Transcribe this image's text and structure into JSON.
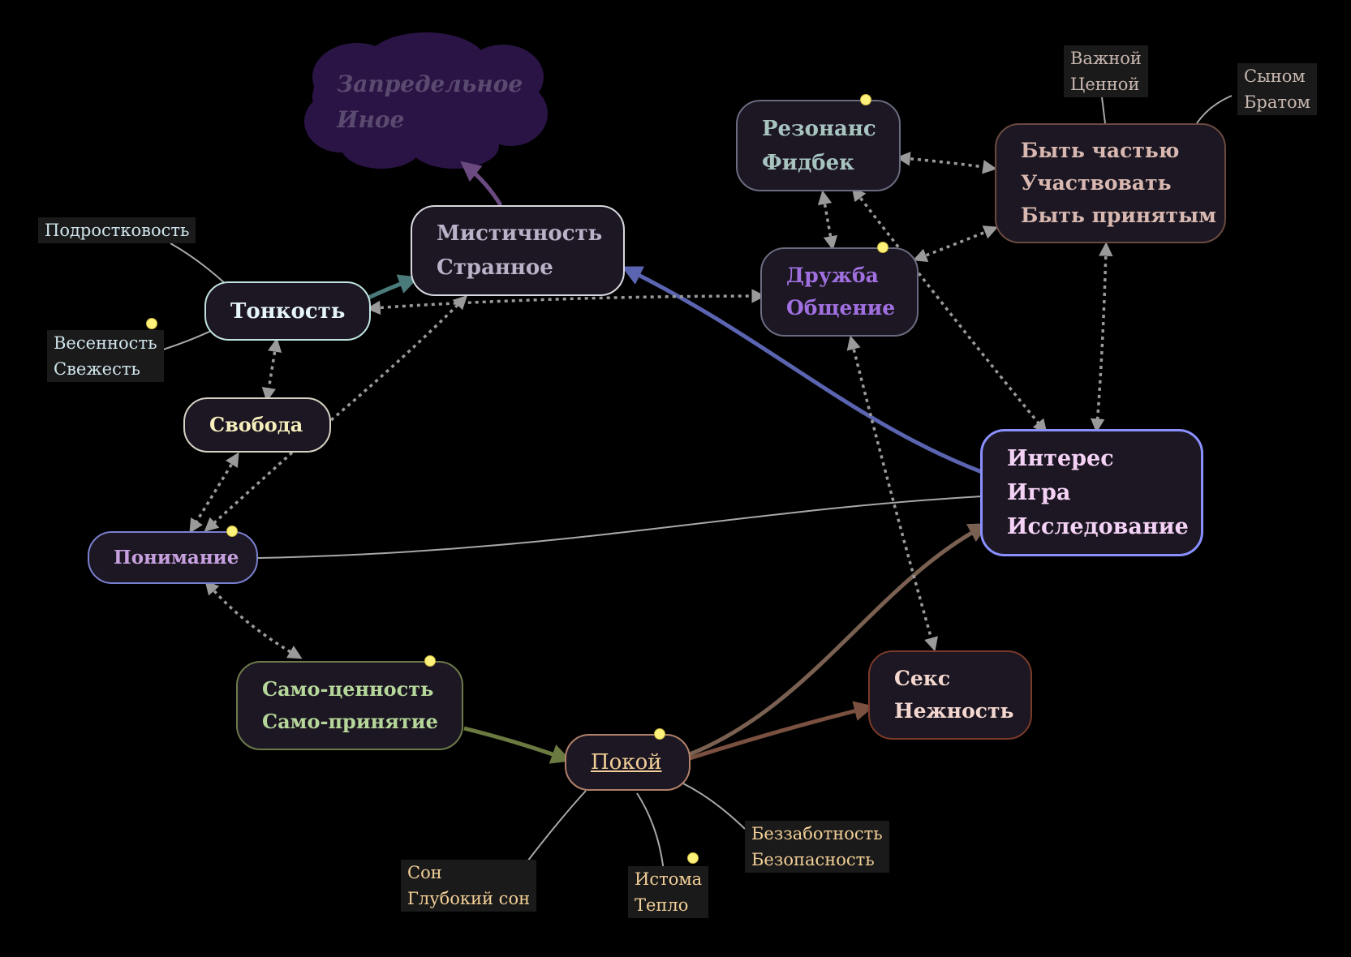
{
  "nodes": {
    "zapredelnoe": {
      "lines": [
        "Запредельное",
        "Иное"
      ],
      "color": "#5a4a70"
    },
    "mistichnost": {
      "lines": [
        "Мистичность",
        "Странное"
      ],
      "color": "#b9b2c9",
      "border": "#d8d8e0"
    },
    "tonkost": {
      "lines": [
        "Тонкость"
      ],
      "color": "#e6f5f7",
      "border": "#bfe3e0"
    },
    "svoboda": {
      "lines": [
        "Свобода"
      ],
      "color": "#f6eebd",
      "border": "#d6d2c4"
    },
    "ponimanie": {
      "lines": [
        "Понимание"
      ],
      "color": "#c7a0e0",
      "border": "#7a80d0"
    },
    "samocennost": {
      "lines": [
        "Само-ценность",
        "Само-принятие"
      ],
      "color": "#b6d79a",
      "border": "#6b7a4a"
    },
    "pokoy": {
      "lines": [
        "Покой"
      ],
      "color": "#f3cf98",
      "border": "#b0806a"
    },
    "seks": {
      "lines": [
        "Секс",
        "Нежность"
      ],
      "color": "#f4d8d0",
      "border": "#7a3a2a"
    },
    "interes": {
      "lines": [
        "Интерес",
        "Игра",
        "Исследование"
      ],
      "color": "#f4d2f6",
      "border": "#8a90ff"
    },
    "druzhba": {
      "lines": [
        "Дружба",
        "Общение"
      ],
      "color": "#a070e0",
      "border": "#6a6a80"
    },
    "rezonans": {
      "lines": [
        "Резонанс",
        "Фидбек"
      ],
      "color": "#a7c4c0",
      "border": "#6a6a80"
    },
    "bytchastyu": {
      "lines": [
        "Быть частью",
        "Участвовать",
        "Быть принятым"
      ],
      "color": "#d8b8b0",
      "border": "#6a4a40"
    }
  },
  "notes": {
    "podrostkovost": {
      "lines": [
        "Подростковость"
      ]
    },
    "vesennost": {
      "lines": [
        "Весенность",
        "Свежесть"
      ]
    },
    "vazhnoy": {
      "lines": [
        "Важной",
        "Ценной"
      ]
    },
    "synom": {
      "lines": [
        "Сыном",
        "Братом"
      ]
    },
    "son": {
      "lines": [
        "Сон",
        "Глубокий сон"
      ]
    },
    "istoma": {
      "lines": [
        "Истома",
        "Тепло"
      ]
    },
    "bezzabotnost": {
      "lines": [
        "Беззаботность",
        "Безопасность"
      ]
    }
  },
  "colors": {
    "dot": "#fff27a",
    "dotted_edge": "#9a9a9a",
    "note_bg": "#1a1a1a"
  }
}
